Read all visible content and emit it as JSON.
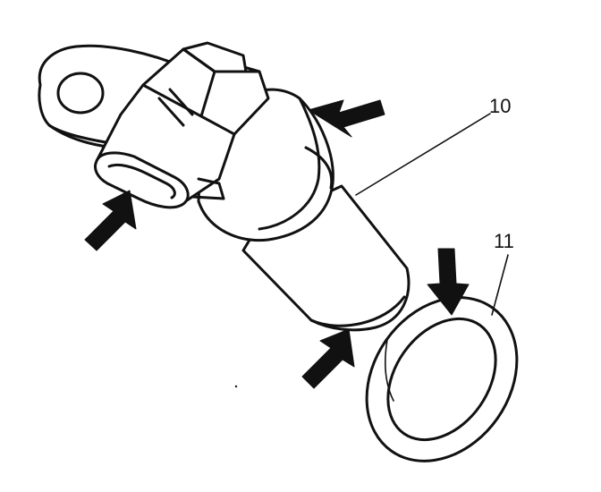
{
  "callouts": [
    {
      "id": "sensor",
      "number": "10"
    },
    {
      "id": "o-ring",
      "number": "11"
    }
  ],
  "arrows": [
    {
      "points_to": "connector-end"
    },
    {
      "points_to": "sensor-flange-seal"
    },
    {
      "points_to": "sensor-tip"
    },
    {
      "points_to": "o-ring"
    }
  ],
  "colors": {
    "ink": "#111111",
    "background": "#ffffff"
  }
}
